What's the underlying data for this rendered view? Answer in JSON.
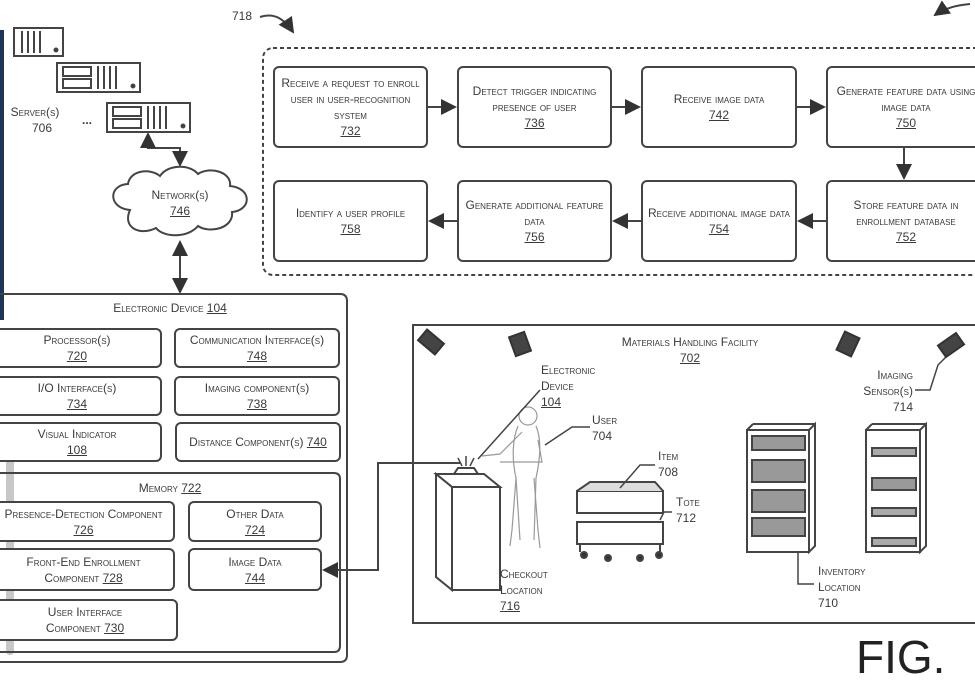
{
  "figure_ref": "718",
  "fig_label": "FIG.",
  "servers": {
    "label": "Server(s)",
    "ref": "706",
    "ellipsis": "..."
  },
  "network": {
    "label": "Network(s)",
    "ref": "746"
  },
  "flow": {
    "steps": [
      {
        "text": "Receive a request to enroll user in user-recognition system",
        "ref": "732"
      },
      {
        "text": "Detect trigger indicating presence of user",
        "ref": "736"
      },
      {
        "text": "Receive image data",
        "ref": "742"
      },
      {
        "text": "Generate feature data using image data",
        "ref": "750"
      },
      {
        "text": "Store feature data in enrollment database",
        "ref": "752"
      },
      {
        "text": "Receive additional image data",
        "ref": "754"
      },
      {
        "text": "Generate additional feature data",
        "ref": "756"
      },
      {
        "text": "Identify a user profile",
        "ref": "758"
      }
    ]
  },
  "device": {
    "title": "Electronic Device",
    "ref": "104",
    "components": [
      {
        "text": "Processor(s)",
        "ref": "720"
      },
      {
        "text": "Communication Interface(s)",
        "ref": "748"
      },
      {
        "text": "I/O Interface(s)",
        "ref": "734"
      },
      {
        "text": "Imaging component(s)",
        "ref": "738"
      },
      {
        "text": "Visual Indicator",
        "ref": "108"
      },
      {
        "text": "Distance Component(s)",
        "ref": "740"
      }
    ],
    "memory": {
      "title": "Memory",
      "ref": "722",
      "items": [
        {
          "text": "Presence-Detection Component",
          "ref": "726"
        },
        {
          "text": "Other Data",
          "ref": "724"
        },
        {
          "text": "Front-End Enrollment Component",
          "ref": "728"
        },
        {
          "text": "Image Data",
          "ref": "744"
        },
        {
          "text": "User Interface Component",
          "ref": "730"
        }
      ]
    }
  },
  "facility": {
    "title": "Materials Handling Facility",
    "ref": "702",
    "labels": {
      "device": {
        "l1": "Electronic",
        "l2": "Device",
        "ref": "104"
      },
      "user": {
        "l1": "User",
        "ref": "704"
      },
      "item": {
        "l1": "Item",
        "ref": "708"
      },
      "tote": {
        "l1": "Tote",
        "ref": "712"
      },
      "checkout": {
        "l1": "Checkout",
        "l2": "Location",
        "ref": "716"
      },
      "inventory": {
        "l1": "Inventory",
        "l2": "Location",
        "ref": "710"
      },
      "sensor": {
        "l1": "Imaging",
        "l2": "Sensor(s)",
        "ref": "714"
      }
    }
  },
  "colors": {
    "line": "#444444",
    "text": "#3a3a3a",
    "sidebar": "#1d3557",
    "scrollbar": "#c8c8c8"
  }
}
